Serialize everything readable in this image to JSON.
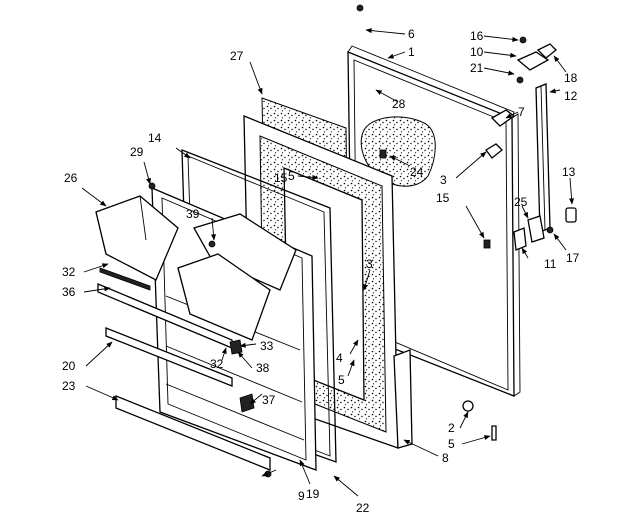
{
  "diagram": {
    "callouts": [
      {
        "id": "c1",
        "text": "1"
      },
      {
        "id": "c2",
        "text": "2"
      },
      {
        "id": "c3a",
        "text": "3"
      },
      {
        "id": "c3b",
        "text": "3"
      },
      {
        "id": "c4",
        "text": "4"
      },
      {
        "id": "c5a",
        "text": "5"
      },
      {
        "id": "c5b",
        "text": "5"
      },
      {
        "id": "c5c",
        "text": "5"
      },
      {
        "id": "c6",
        "text": "6"
      },
      {
        "id": "c7",
        "text": "7"
      },
      {
        "id": "c8",
        "text": "8"
      },
      {
        "id": "c9",
        "text": "9"
      },
      {
        "id": "c10",
        "text": "10"
      },
      {
        "id": "c11",
        "text": "11"
      },
      {
        "id": "c12",
        "text": "12"
      },
      {
        "id": "c13",
        "text": "13"
      },
      {
        "id": "c14",
        "text": "14"
      },
      {
        "id": "c15a",
        "text": "15"
      },
      {
        "id": "c15b",
        "text": "15"
      },
      {
        "id": "c16",
        "text": "16"
      },
      {
        "id": "c17",
        "text": "17"
      },
      {
        "id": "c18",
        "text": "18"
      },
      {
        "id": "c19",
        "text": "19"
      },
      {
        "id": "c20",
        "text": "20"
      },
      {
        "id": "c21",
        "text": "21"
      },
      {
        "id": "c22",
        "text": "22"
      },
      {
        "id": "c23",
        "text": "23"
      },
      {
        "id": "c24",
        "text": "24"
      },
      {
        "id": "c25",
        "text": "25"
      },
      {
        "id": "c26",
        "text": "26"
      },
      {
        "id": "c27",
        "text": "27"
      },
      {
        "id": "c28",
        "text": "28"
      },
      {
        "id": "c29",
        "text": "29"
      },
      {
        "id": "c32a",
        "text": "32"
      },
      {
        "id": "c32b",
        "text": "32"
      },
      {
        "id": "c33",
        "text": "33"
      },
      {
        "id": "c36",
        "text": "36"
      },
      {
        "id": "c37",
        "text": "37"
      },
      {
        "id": "c38",
        "text": "38"
      },
      {
        "id": "c39",
        "text": "39"
      }
    ]
  }
}
